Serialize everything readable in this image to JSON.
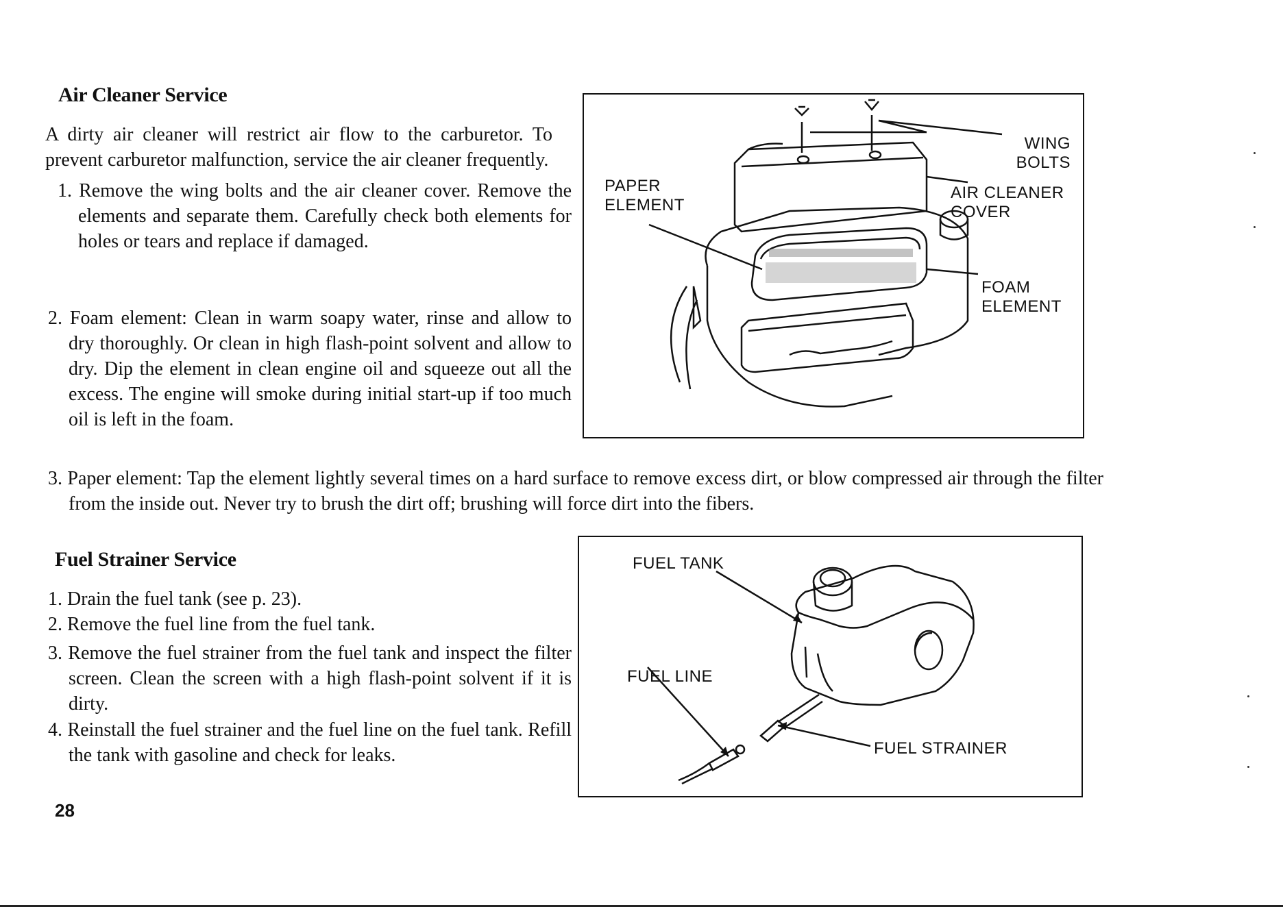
{
  "air_cleaner": {
    "heading": "Air Cleaner Service",
    "intro": "A dirty air cleaner will restrict air flow to the carburetor. To prevent carburetor malfunction, service the air cleaner frequently.",
    "step1": "1. Remove the wing bolts and the air cleaner cover. Remove the elements and separate them. Carefully check both elements for holes or tears and replace if damaged.",
    "step2": "2. Foam element: Clean in warm soapy water, rinse and allow to dry thoroughly. Or clean in high flash-point solvent and allow to dry. Dip the element in clean engine oil and squeeze out all the excess. The engine will smoke during initial start-up if too much oil is left in the foam.",
    "step3": "3. Paper element: Tap the element lightly several times on a hard surface to remove excess dirt, or blow compressed air through the filter from the inside out. Never try to brush the dirt off; brushing will force dirt into the fibers.",
    "figure": {
      "label_wing_bolts": "WING\nBOLTS",
      "label_paper_element": "PAPER\nELEMENT",
      "label_cover": "AIR CLEANER\nCOVER",
      "label_foam": "FOAM\nELEMENT"
    }
  },
  "fuel_strainer": {
    "heading": "Fuel Strainer Service",
    "step1": "1. Drain the fuel tank (see p. 23).",
    "step2": "2. Remove the fuel line from the fuel tank.",
    "step3": "3. Remove the fuel strainer from the fuel tank and inspect the filter screen. Clean the screen with a high flash-point solvent if it is dirty.",
    "step4": "4. Reinstall the fuel strainer and the fuel line on the fuel tank. Refill the tank with gasoline and check for leaks.",
    "figure": {
      "label_tank": "FUEL TANK",
      "label_line": "FUEL LINE",
      "label_strainer": "FUEL STRAINER"
    }
  },
  "page_number": "28"
}
